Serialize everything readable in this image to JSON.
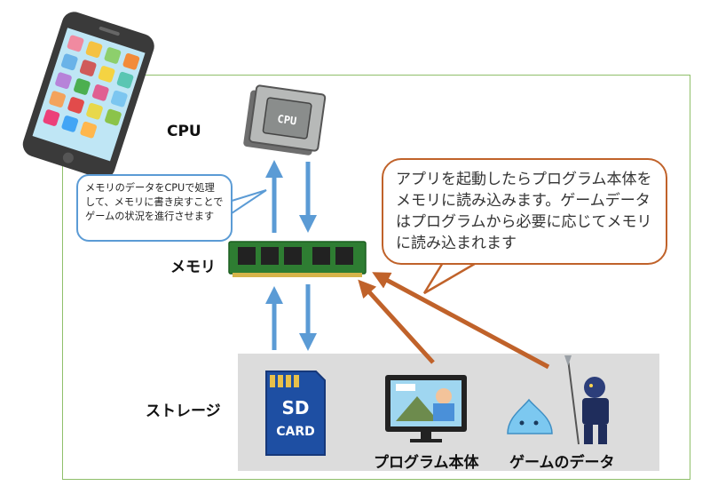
{
  "labels": {
    "cpu": "CPU",
    "memory": "メモリ",
    "storage": "ストレージ",
    "program": "プログラム本体",
    "game_data": "ゲームのデータ"
  },
  "bubbles": {
    "cpu_note": "メモリのデータをCPUで処理して、メモリに書き戻すことでゲームの状況を進行させます",
    "load_note": "アプリを起動したらプログラム本体をメモリに読み込みます。ゲームデータはプログラムから必要に応じてメモリに読み込まれます"
  },
  "sd_card": {
    "line1": "SD",
    "line2": "CARD"
  },
  "chip": {
    "text": "CPU"
  },
  "colors": {
    "blue_arrow": "#5b9bd5",
    "orange_arrow": "#c0622a",
    "frame": "#8fbf6a"
  }
}
